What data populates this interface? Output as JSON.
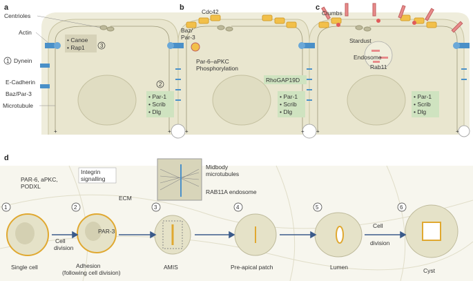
{
  "panels": {
    "a": "a",
    "b": "b",
    "c": "c",
    "d": "d"
  },
  "panel_a": {
    "centrioles": "Centrioles",
    "actin": "Actin",
    "dynein_num": "1",
    "dynein": "Dynein",
    "ecadherin": "E-Cadherin",
    "baz": "Baz/Par-3",
    "microtubule": "Microtubule",
    "step3": "3",
    "canoe": "• Canoe",
    "rap1": "• Rap1",
    "step2": "2",
    "par1": "• Par-1",
    "scrib": "• Scrib",
    "dlg": "• Dlg"
  },
  "panel_b": {
    "cdc42": "Cdc42",
    "baz1": "Baz/",
    "baz2": "Par-3",
    "par6_1": "Par-6–aPKC",
    "par6_2": "Phosphorylation",
    "rhogap": "RhoGAP19D",
    "par1": "• Par-1",
    "scrib": "• Scrib",
    "dlg": "• Dlg"
  },
  "panel_c": {
    "crumbs": "Crumbs",
    "stardust": "Stardust",
    "endosome": "Endosome",
    "rab11": "Rab11",
    "par1": "• Par-1",
    "scrib": "• Scrib",
    "dlg": "• Dlg"
  },
  "panel_d": {
    "label_par6_1": "PAR-6, aPKC,",
    "label_par6_2": "PODXL",
    "integrin1": "Integrin",
    "integrin2": "signalling",
    "ecm": "ECM",
    "par3": "PAR-3",
    "midbody1": "Midbody",
    "midbody2": "microtubules",
    "rab11a": "RAB11A endosome",
    "steps": [
      "1",
      "2",
      "3",
      "4",
      "5",
      "6"
    ],
    "single_cell": "Single cell",
    "adhesion1": "Adhesion",
    "adhesion2": "(following cell division)",
    "amis": "AMIS",
    "preapical": "Pre-apical patch",
    "lumen": "Lumen",
    "cyst": "Cyst",
    "cell_division_1a": "Cell",
    "cell_division_1b": "division",
    "cell_division_2a": "Cell",
    "cell_division_2b": "division"
  },
  "colors": {
    "membrane": "#f2efe0",
    "cytoplasm": "#e5e2c8",
    "nucleus": "#d9d6b8",
    "green_box": "#cfe3c0",
    "yellow": "#f2c04a",
    "blue": "#4a90c8",
    "red": "#e05a5a",
    "pink": "#e88a8a"
  }
}
